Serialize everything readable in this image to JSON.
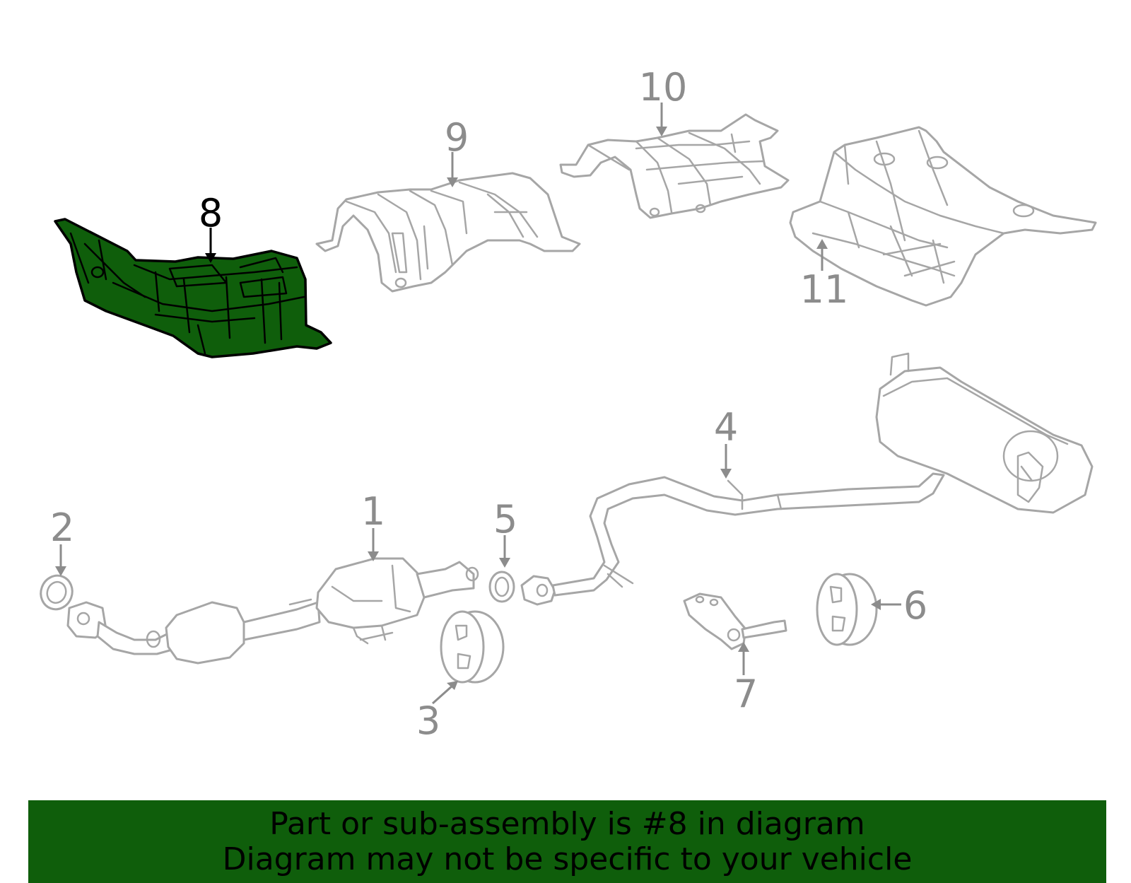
{
  "diagram": {
    "highlight_color": "#0f5e0b",
    "part_color": "#a6a6a6",
    "highlighted_part": "8",
    "callouts": [
      "1",
      "2",
      "3",
      "4",
      "5",
      "6",
      "7",
      "8",
      "9",
      "10",
      "11"
    ]
  },
  "banner": {
    "line1": "Part or sub-assembly is #8 in diagram",
    "line2": "Diagram may not be specific to your vehicle",
    "background": "#0f5e0b"
  }
}
